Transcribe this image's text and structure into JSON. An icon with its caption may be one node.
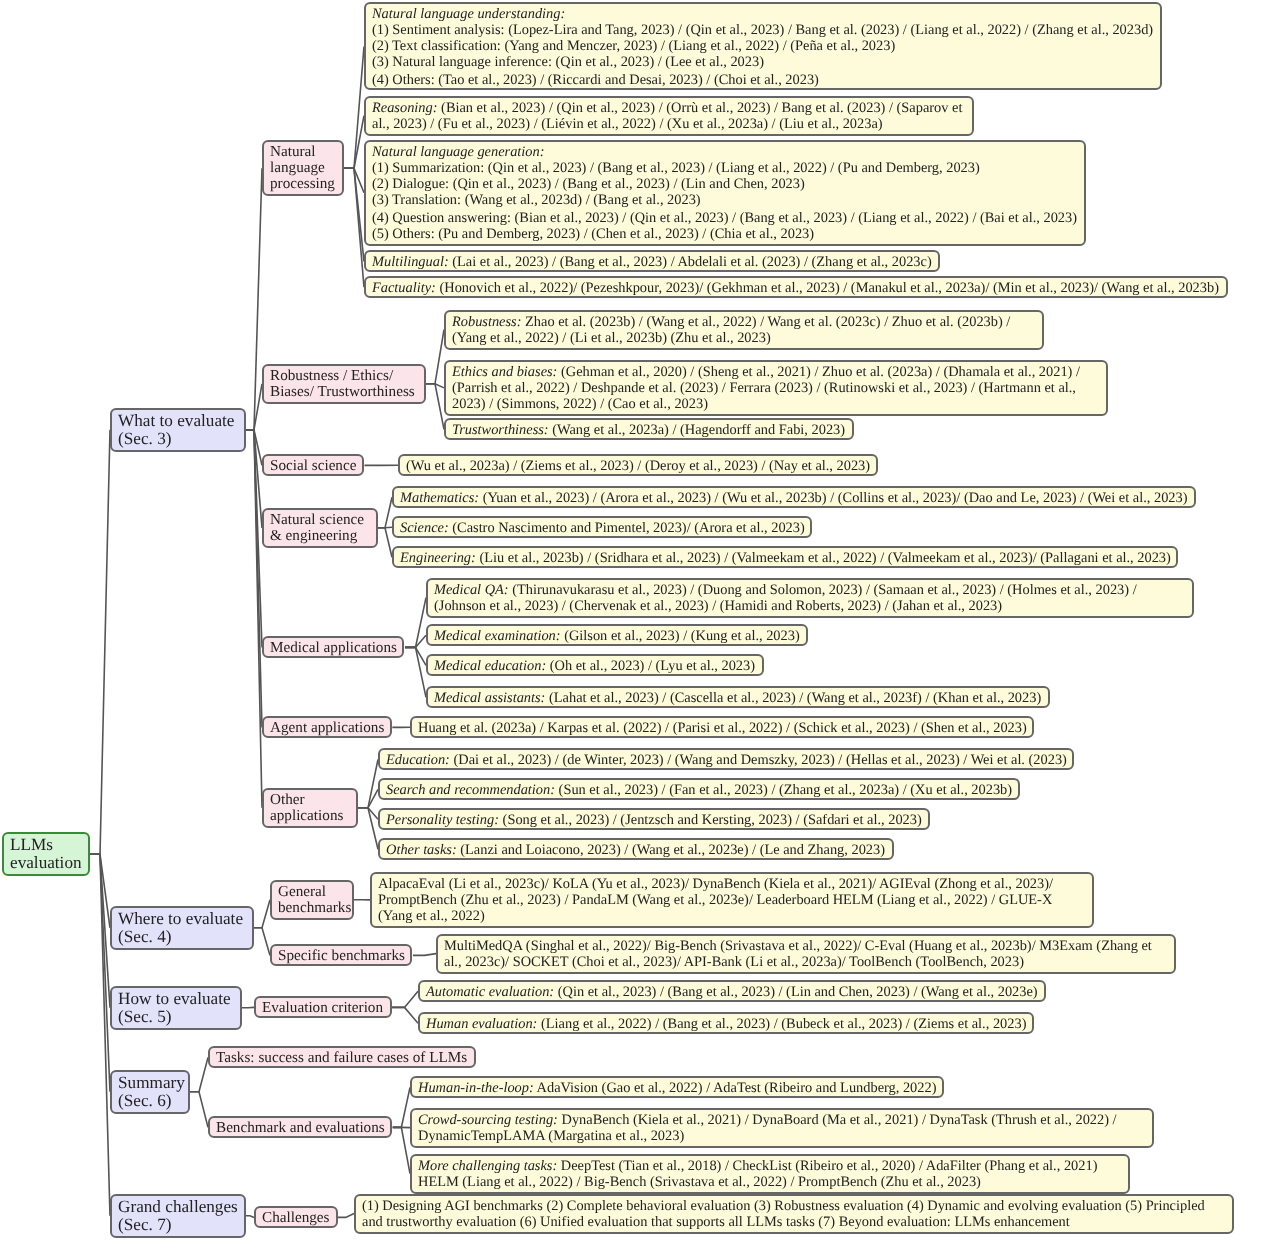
{
  "diagram": {
    "nodes": [
      {
        "text": [
          "LLMs evaluation"
        ]
      },
      {
        "text": [
          "What to evaluate (Sec. 3)"
        ]
      },
      {
        "text": [
          "Natural language processing"
        ]
      },
      {
        "text": [
          "Natural language understanding:",
          "(1) Sentiment analysis: (Lopez-Lira and Tang, 2023) / (Qin et al., 2023) / Bang et al. (2023) / (Liang et al., 2022) / (Zhang et al., 2023d)",
          "(2) Text classification: (Yang and Menczer, 2023) / (Liang et al., 2022) / (Peña et al., 2023)",
          "(3) Natural language inference: (Qin et al., 2023) / (Lee et al., 2023)",
          "(4) Others: (Tao et al., 2023) / (Riccardi and Desai, 2023) / (Choi et al., 2023)"
        ]
      },
      {
        "text": [
          "*Reasoning:* (Bian et al., 2023) / (Qin et al., 2023) / (Orrù et al., 2023) / Bang et al. (2023) / (Saparov et al., 2023) / (Fu et al., 2023) / (Liévin et al., 2022) / (Xu et al., 2023a) / (Liu et al., 2023a)"
        ]
      },
      {
        "text": [
          "Natural language generation:",
          "(1) Summarization: (Qin et al., 2023) / (Bang et al., 2023) / (Liang et al., 2022) / (Pu and Demberg, 2023)",
          "(2) Dialogue: (Qin et al., 2023) / (Bang et al., 2023) / (Lin and Chen, 2023)",
          "(3) Translation: (Wang et al., 2023d) / (Bang et al., 2023)",
          "(4) Question answering: (Bian et al., 2023) / (Qin et al., 2023) / (Bang et al., 2023) / (Liang et al., 2022) / (Bai et al., 2023)",
          "(5) Others: (Pu and Demberg, 2023) / (Chen et al., 2023) / (Chia et al., 2023)"
        ]
      },
      {
        "text": [
          "*Multilingual:* (Lai et al., 2023) / (Bang et al., 2023) / Abdelali et al. (2023) / (Zhang et al., 2023c)"
        ]
      },
      {
        "text": [
          "*Factuality:* (Honovich et al., 2022)/ (Pezeshkpour, 2023)/ (Gekhman et al., 2023) / (Manakul et al., 2023a)/ (Min et al., 2023)/ (Wang et al., 2023b)"
        ]
      },
      {
        "text": [
          "Robustness / Ethics/ Biases/ Trustworthiness"
        ]
      },
      {
        "text": [
          "*Robustness:* Zhao et al. (2023b) / (Wang et al., 2022) / Wang et al. (2023c) / Zhuo et al. (2023b) / (Yang et al., 2022) / (Li et al., 2023b) (Zhu et al., 2023)"
        ]
      },
      {
        "text": [
          "*Ethics and biases:* (Gehman et al., 2020) / (Sheng et al., 2021) / Zhuo et al. (2023a) / (Dhamala et al., 2021) / (Parrish et al., 2022) / Deshpande et al. (2023) / Ferrara (2023) / (Rutinowski et al., 2023) / (Hartmann et al., 2023) / (Simmons, 2022) / (Cao et al., 2023)"
        ]
      },
      {
        "text": [
          "*Trustworthiness:* (Wang et al., 2023a) / (Hagendorff and Fabi, 2023)"
        ]
      },
      {
        "text": [
          "Social science"
        ]
      },
      {
        "text": [
          "(Wu et al., 2023a) / (Ziems et al., 2023) / (Deroy et al., 2023) / (Nay et al., 2023)"
        ]
      },
      {
        "text": [
          "Natural science & engineering"
        ]
      },
      {
        "text": [
          "*Mathematics:* (Yuan et al., 2023) / (Arora et al., 2023) / (Wu et al., 2023b) / (Collins et al., 2023)/ (Dao and Le, 2023) / (Wei et al., 2023)"
        ]
      },
      {
        "text": [
          "*Science:* (Castro Nascimento and Pimentel, 2023)/ (Arora et al., 2023)"
        ]
      },
      {
        "text": [
          "*Engineering:* (Liu et al., 2023b) / (Sridhara et al., 2023) / (Valmeekam et al., 2022) / (Valmeekam et al., 2023)/ (Pallagani et al., 2023)"
        ]
      },
      {
        "text": [
          "Medical applications"
        ]
      },
      {
        "text": [
          "*Medical QA:* (Thirunavukarasu et al., 2023) / (Duong and Solomon, 2023) / (Samaan et al., 2023) / (Holmes et al., 2023) / (Johnson et al., 2023) / (Chervenak et al., 2023) / (Hamidi and Roberts, 2023) / (Jahan et al., 2023)"
        ]
      },
      {
        "text": [
          "*Medical examination:* (Gilson et al., 2023) / (Kung et al., 2023)"
        ]
      },
      {
        "text": [
          "*Medical education:* (Oh et al., 2023) / (Lyu et al., 2023)"
        ]
      },
      {
        "text": [
          "*Medical assistants:* (Lahat et al., 2023) / (Cascella et al., 2023) / (Wang et al., 2023f) / (Khan et al., 2023)"
        ]
      },
      {
        "text": [
          "Agent applications"
        ]
      },
      {
        "text": [
          "Huang et al. (2023a) / Karpas et al. (2022) / (Parisi et al., 2022) / (Schick et al., 2023) / (Shen et al., 2023)"
        ]
      },
      {
        "text": [
          "Other applications"
        ]
      },
      {
        "text": [
          "*Education:* (Dai et al., 2023) / (de Winter, 2023) / (Wang and Demszky, 2023) / (Hellas et al., 2023) / Wei et al. (2023)"
        ]
      },
      {
        "text": [
          "*Search and recommendation:* (Sun et al., 2023) / (Fan et al., 2023) / (Zhang et al., 2023a) / (Xu et al., 2023b)"
        ]
      },
      {
        "text": [
          "*Personality testing:* (Song et al., 2023) / (Jentzsch and Kersting, 2023) / (Safdari et al., 2023)"
        ]
      },
      {
        "text": [
          "*Other tasks:* (Lanzi and Loiacono, 2023) / (Wang et al., 2023e) / (Le and Zhang, 2023)"
        ]
      },
      {
        "text": [
          "Where to evaluate (Sec. 4)"
        ]
      },
      {
        "text": [
          "General benchmarks"
        ]
      },
      {
        "text": [
          "AlpacaEval (Li et al., 2023c)/ KoLA (Yu et al., 2023)/ DynaBench (Kiela et al., 2021)/ AGIEval (Zhong et al., 2023)/ PromptBench (Zhu et al., 2023) / PandaLM (Wang et al., 2023e)/ Leaderboard HELM (Liang et al., 2022) / GLUE-X (Yang et al., 2022)"
        ]
      },
      {
        "text": [
          "Specific benchmarks"
        ]
      },
      {
        "text": [
          "MultiMedQA (Singhal et al., 2022)/ Big-Bench (Srivastava et al., 2022)/ C-Eval (Huang et al., 2023b)/ M3Exam (Zhang et al., 2023c)/ SOCKET (Choi et al., 2023)/ API-Bank (Li et al., 2023a)/ ToolBench (ToolBench, 2023)"
        ]
      },
      {
        "text": [
          "How to evaluate (Sec. 5)"
        ]
      },
      {
        "text": [
          "Evaluation criterion"
        ]
      },
      {
        "text": [
          "*Automatic evaluation:* (Qin et al., 2023) / (Bang et al., 2023) / (Lin and Chen, 2023) / (Wang et al., 2023e)"
        ]
      },
      {
        "text": [
          "*Human evaluation:* (Liang et al., 2022) / (Bang et al., 2023) / (Bubeck et al., 2023) / (Ziems et al., 2023)"
        ]
      },
      {
        "text": [
          "Summary (Sec. 6)"
        ]
      },
      {
        "text": [
          "Tasks: success and failure cases of LLMs"
        ]
      },
      {
        "text": [
          "Benchmark and evaluations"
        ]
      },
      {
        "text": [
          "*Human-in-the-loop:* AdaVision (Gao et al., 2022) / AdaTest (Ribeiro and Lundberg, 2022)"
        ]
      },
      {
        "text": [
          "*Crowd-sourcing testing:* DynaBench (Kiela et al., 2021) / DynaBoard (Ma et al., 2021) / DynaTask (Thrush et al., 2022) / DynamicTempLAMA (Margatina et al., 2023)"
        ]
      },
      {
        "text": [
          "*More challenging tasks:* DeepTest (Tian et al., 2018) / CheckList (Ribeiro et al., 2020) / AdaFilter (Phang et al., 2021) HELM (Liang et al., 2022) / Big-Bench (Srivastava et al., 2022) / PromptBench (Zhu et al., 2023)"
        ]
      },
      {
        "text": [
          "Grand challenges (Sec. 7)"
        ]
      },
      {
        "text": [
          "Challenges"
        ]
      },
      {
        "text": [
          "(1) Designing AGI benchmarks (2) Complete behavioral evaluation (3) Robustness evaluation (4) Dynamic and evolving evaluation (5) Principled and trustworthy evaluation (6) Unified evaluation that supports all LLMs tasks (7) Beyond evaluation: LLMs enhancement"
        ]
      }
    ],
    "edges": [
      {
        "from": 0,
        "to": 1,
        "arrow": "none"
      },
      {
        "from": 0,
        "to": 30,
        "arrow": "none"
      },
      {
        "from": 0,
        "to": 35,
        "arrow": "none"
      },
      {
        "from": 0,
        "to": 39,
        "arrow": "none"
      },
      {
        "from": 0,
        "to": 45,
        "arrow": "none"
      },
      {
        "from": 1,
        "to": 2,
        "arrow": "none"
      },
      {
        "from": 1,
        "to": 8,
        "arrow": "none"
      },
      {
        "from": 1,
        "to": 12,
        "arrow": "none"
      },
      {
        "from": 1,
        "to": 14,
        "arrow": "none"
      },
      {
        "from": 1,
        "to": 18,
        "arrow": "none"
      },
      {
        "from": 1,
        "to": 23,
        "arrow": "none"
      },
      {
        "from": 1,
        "to": 25,
        "arrow": "none"
      },
      {
        "from": 2,
        "to": 3,
        "arrow": "none"
      },
      {
        "from": 2,
        "to": 4,
        "arrow": "none"
      },
      {
        "from": 2,
        "to": 5,
        "arrow": "none"
      },
      {
        "from": 2,
        "to": 6,
        "arrow": "none"
      },
      {
        "from": 2,
        "to": 7,
        "arrow": "none"
      },
      {
        "from": 8,
        "to": 9,
        "arrow": "none"
      },
      {
        "from": 8,
        "to": 10,
        "arrow": "none"
      },
      {
        "from": 8,
        "to": 11,
        "arrow": "none"
      },
      {
        "from": 12,
        "to": 13,
        "arrow": "none"
      },
      {
        "from": 14,
        "to": 15,
        "arrow": "none"
      },
      {
        "from": 14,
        "to": 16,
        "arrow": "none"
      },
      {
        "from": 14,
        "to": 17,
        "arrow": "none"
      },
      {
        "from": 18,
        "to": 19,
        "arrow": "none"
      },
      {
        "from": 18,
        "to": 20,
        "arrow": "none"
      },
      {
        "from": 18,
        "to": 21,
        "arrow": "none"
      },
      {
        "from": 18,
        "to": 22,
        "arrow": "none"
      },
      {
        "from": 23,
        "to": 24,
        "arrow": "none"
      },
      {
        "from": 25,
        "to": 26,
        "arrow": "none"
      },
      {
        "from": 25,
        "to": 27,
        "arrow": "none"
      },
      {
        "from": 25,
        "to": 28,
        "arrow": "none"
      },
      {
        "from": 25,
        "to": 29,
        "arrow": "none"
      },
      {
        "from": 30,
        "to": 31,
        "arrow": "none"
      },
      {
        "from": 30,
        "to": 33,
        "arrow": "none"
      },
      {
        "from": 31,
        "to": 32,
        "arrow": "none"
      },
      {
        "from": 33,
        "to": 34,
        "arrow": "none"
      },
      {
        "from": 35,
        "to": 36,
        "arrow": "none"
      },
      {
        "from": 36,
        "to": 37,
        "arrow": "none"
      },
      {
        "from": 36,
        "to": 38,
        "arrow": "none"
      },
      {
        "from": 39,
        "to": 40,
        "arrow": "none"
      },
      {
        "from": 39,
        "to": 41,
        "arrow": "none"
      },
      {
        "from": 41,
        "to": 42,
        "arrow": "none"
      },
      {
        "from": 41,
        "to": 43,
        "arrow": "none"
      },
      {
        "from": 41,
        "to": 44,
        "arrow": "none"
      },
      {
        "from": 45,
        "to": 46,
        "arrow": "none"
      },
      {
        "from": 46,
        "to": 47,
        "arrow": "none"
      }
    ]
  }
}
